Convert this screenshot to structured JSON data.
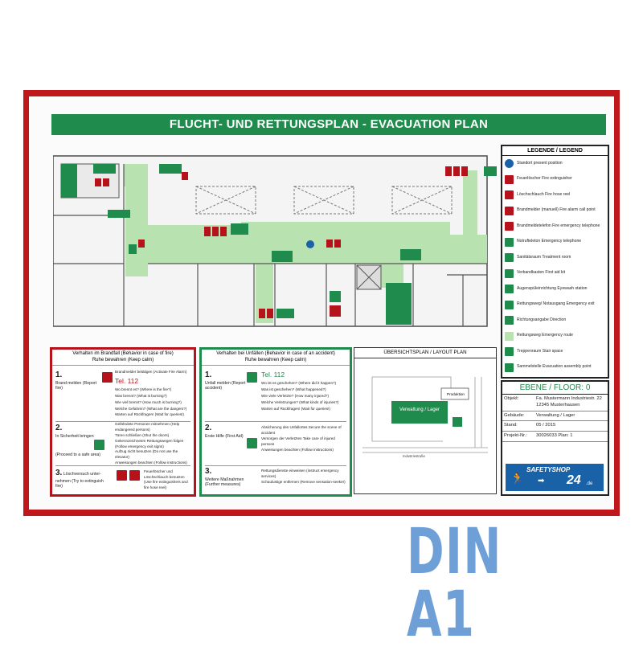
{
  "title": "FLUCHT- UND RETTUNGSPLAN - EVACUATION PLAN",
  "legend": {
    "heading": "LEGENDE / LEGEND",
    "items": [
      {
        "label": "Standort present position",
        "color": "#1a62a8"
      },
      {
        "label": "Feuerlöscher Fire extinguisher",
        "color": "#b5121b"
      },
      {
        "label": "Löschschlauch Fire hose reel",
        "color": "#b5121b"
      },
      {
        "label": "Brandmelder (manuell) Fire alarm call point",
        "color": "#b5121b"
      },
      {
        "label": "Brandmeldetelefon Fire emergency telephone",
        "color": "#b5121b"
      },
      {
        "label": "Notrufteleton Emergency telephone",
        "color": "#1f8b4c"
      },
      {
        "label": "Sanitätsraum Treatment room",
        "color": "#1f8b4c"
      },
      {
        "label": "Verbandkasten First aid kit",
        "color": "#1f8b4c"
      },
      {
        "label": "Augenspüleinrichtung Eyewash station",
        "color": "#1f8b4c"
      },
      {
        "label": "Rettungsweg/ Notausgang Emergency exit",
        "color": "#1f8b4c"
      },
      {
        "label": "Richtungsangabe Direction",
        "color": "#1f8b4c"
      },
      {
        "label": "Rettungsweg Emergency route",
        "color": "#b8e2b0"
      },
      {
        "label": "Treppenraum Stair space",
        "color": "#1f8b4c"
      },
      {
        "label": "Sammelstelle Evacuation assembly point",
        "color": "#1f8b4c"
      }
    ]
  },
  "fire": {
    "heading": "Verhalten im Brandfall (Behavior in case of fire)",
    "subheading": "Ruhe bewahren (Keep calm)",
    "steps": [
      {
        "num": "1.",
        "label": "Brand melden (Report fire)",
        "lines": [
          "Brandmelder betätigen (Activate Fire Alarm)",
          "Tel. 112",
          "Wo brennt es? (Where is the fire?)",
          "Was brennt? (What is burning?)",
          "Wie viel brennt? (How much is burning?)",
          "Welche Gefahren? (What are the dangers?)",
          "Warten auf Rückfragen! (Wait for queries!)"
        ]
      },
      {
        "num": "2.",
        "label": "In Sicherheit bringen",
        "label2": "(Proceed to a safe area)",
        "lines": [
          "Gefährdete Personen mitnehmen (Help endangered persons)",
          "Türen schließen (Shut the doors)",
          "Gekennzeichneten Rettungswegen folgen (Follow emergency exit signs)",
          "Aufzug nicht benutzen (Do not use the elevator)",
          "Anweisungen beachten (Follow instructions)"
        ]
      },
      {
        "num": "3.",
        "label": "Löschversuch unter-nehmen (Try to extinguish fire)",
        "lines": [
          "Feuerlöscher und Löschschlauch benutzen (Use fire extinguishers and fire hose reel)"
        ]
      }
    ]
  },
  "accident": {
    "heading": "Verhalten bei Unfällen (Behavior in case of an accident)",
    "subheading": "Ruhe bewahren (Keep calm)",
    "steps": [
      {
        "num": "1.",
        "label": "Unfall melden (Report accident)",
        "lines": [
          "Tel. 112",
          "Wo ist es geschehen? (Where did it happen?)",
          "Was ist geschehen? (What happened?)",
          "Wie viele Verletzte? (How many injured?)",
          "Welche Verletzungen? (What kinds of injuries?)",
          "Warten auf Rückfragen! (Wait for queries!)"
        ]
      },
      {
        "num": "2.",
        "label": "Erste Hilfe (First Aid)",
        "lines": [
          "Absicherung des Unfallortes Secure the scene of accident",
          "Versorgen der Verletzten Take care of injured persons",
          "Anweisungen beachten (Follow instructions)"
        ]
      },
      {
        "num": "3.",
        "label": "Weitere Maßnahmen (Further measures)",
        "lines": [
          "Rettungsdienste einweisen (instruct emergency services)",
          "Schaulustige entfernen (Remove sensation-seeker)"
        ]
      }
    ]
  },
  "overview": {
    "heading": "ÜBERSICHTSPLAN / LAYOUT PLAN",
    "building": "Verwaltung / Lager",
    "production": "Produktion",
    "street": "Industriestraße"
  },
  "info": {
    "floor": "EBENE / FLOOR: 0",
    "rows": [
      {
        "key": "Objekt:",
        "value": "Fa. Mustermann Industriestr. 22 12345 Musterhausen"
      },
      {
        "key": "Gebäude:",
        "value": "Verwaltung / Lager"
      },
      {
        "key": "Stand:",
        "value": "05 / 2015"
      },
      {
        "key": "Projekt-Nr.:",
        "value": "30026033    Plan: 1"
      }
    ],
    "brand": "SAFETYSHOP",
    "brand_num": "24",
    "brand_tld": ".de"
  },
  "format_label": "DIN A1",
  "colors": {
    "frame": "#c0171d",
    "green": "#1f8b4c",
    "route": "#b8e2b0",
    "red": "#b5121b",
    "blue": "#1a62a8"
  }
}
